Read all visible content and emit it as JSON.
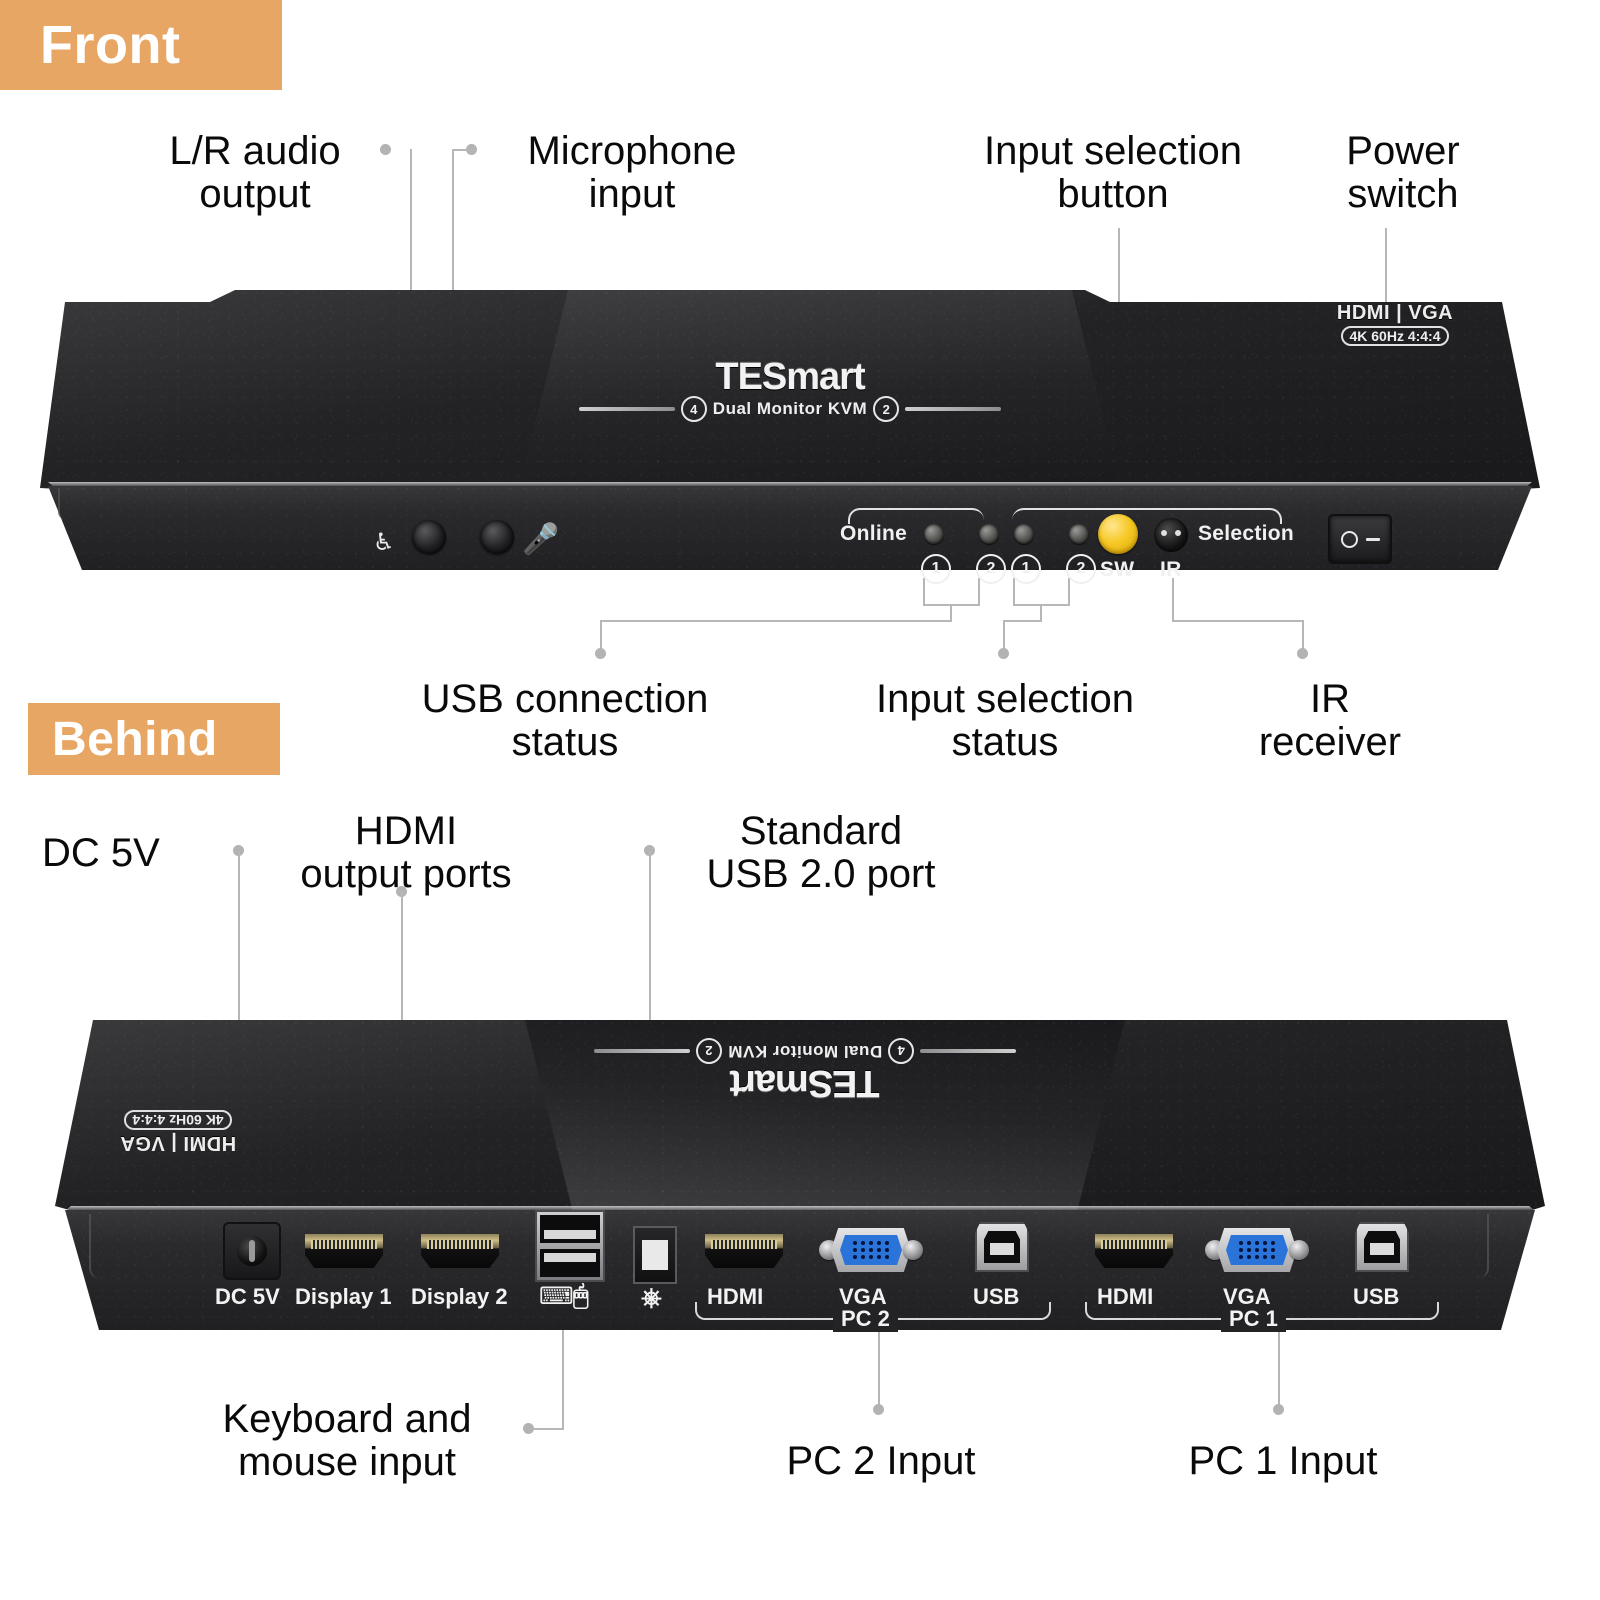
{
  "sections": {
    "front_badge": "Front",
    "behind_badge": "Behind"
  },
  "front_callouts": {
    "audio_output": "L/R audio\noutput",
    "microphone_input": "Microphone\ninput",
    "input_selection_button": "Input selection\nbutton",
    "power_switch": "Power\nswitch",
    "usb_connection_status": "USB connection\nstatus",
    "input_selection_status": "Input selection\nstatus",
    "ir_receiver": "IR\nreceiver"
  },
  "rear_callouts": {
    "dc_5v": "DC 5V",
    "hdmi_output_ports": "HDMI\noutput ports",
    "standard_usb": "Standard\nUSB 2.0 port",
    "keyboard_mouse_input": "Keyboard and\nmouse input",
    "pc2_input": "PC 2 Input",
    "pc1_input": "PC 1 Input"
  },
  "product": {
    "brand": "TESmart",
    "model_line": "Dual Monitor KVM",
    "port_count_left": "4",
    "port_count_right": "2",
    "spec_line1": "HDMI | VGA",
    "spec_line2": "4K 60Hz 4:4:4"
  },
  "front_panel": {
    "online_label": "Online",
    "selection_label": "Selection",
    "usb_led_1": "1",
    "usb_led_2": "2",
    "sel_led_1": "1",
    "sel_led_2": "2",
    "sw_label": "SW",
    "ir_label": "IR"
  },
  "rear_panel": {
    "dc_label": "DC 5V",
    "display1_label": "Display 1",
    "display2_label": "Display 2",
    "pc2": {
      "hdmi_label": "HDMI",
      "vga_label": "VGA",
      "usb_label": "USB",
      "group_label": "PC 2"
    },
    "pc1": {
      "hdmi_label": "HDMI",
      "vga_label": "VGA",
      "usb_label": "USB",
      "group_label": "PC 1"
    }
  },
  "colors": {
    "badge_orange": "#e8a664",
    "leader_gray": "#b7b7b7",
    "vga_blue": "#2a73d8",
    "sw_yellow": "#f6c926",
    "chassis_black": "#232325"
  }
}
